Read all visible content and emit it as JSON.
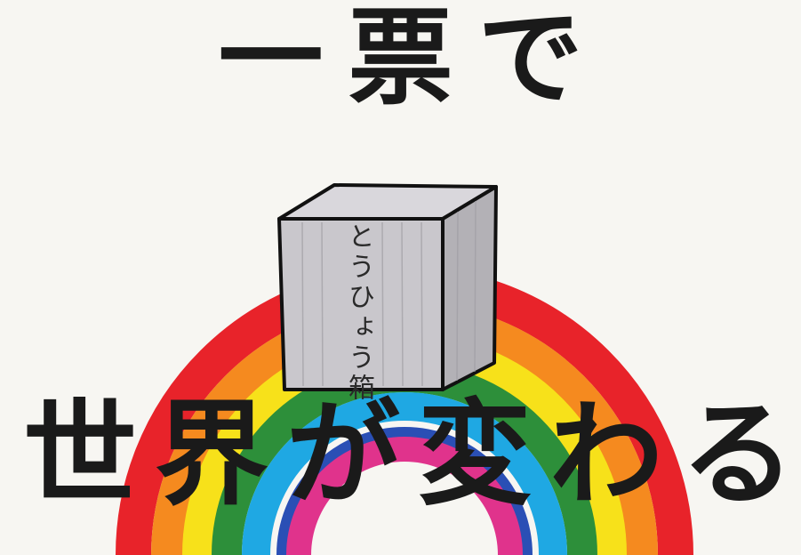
{
  "poster": {
    "headline": "一票で",
    "bottom_chars": [
      "世",
      "界",
      "が",
      "変",
      "わ",
      "る"
    ],
    "box_label": "とうひょう箱"
  },
  "colors": {
    "paper": "#f7f6f2",
    "ink": "#1a1a1a",
    "box_face": "#c9c7cc",
    "box_top": "#d9d7dc",
    "box_side": "#b3b1b6",
    "rainbow": [
      "#e8232a",
      "#f58a1f",
      "#f7e11a",
      "#2d8f3a",
      "#1fa8e3",
      "#2a4fb5",
      "#e0338c"
    ]
  }
}
